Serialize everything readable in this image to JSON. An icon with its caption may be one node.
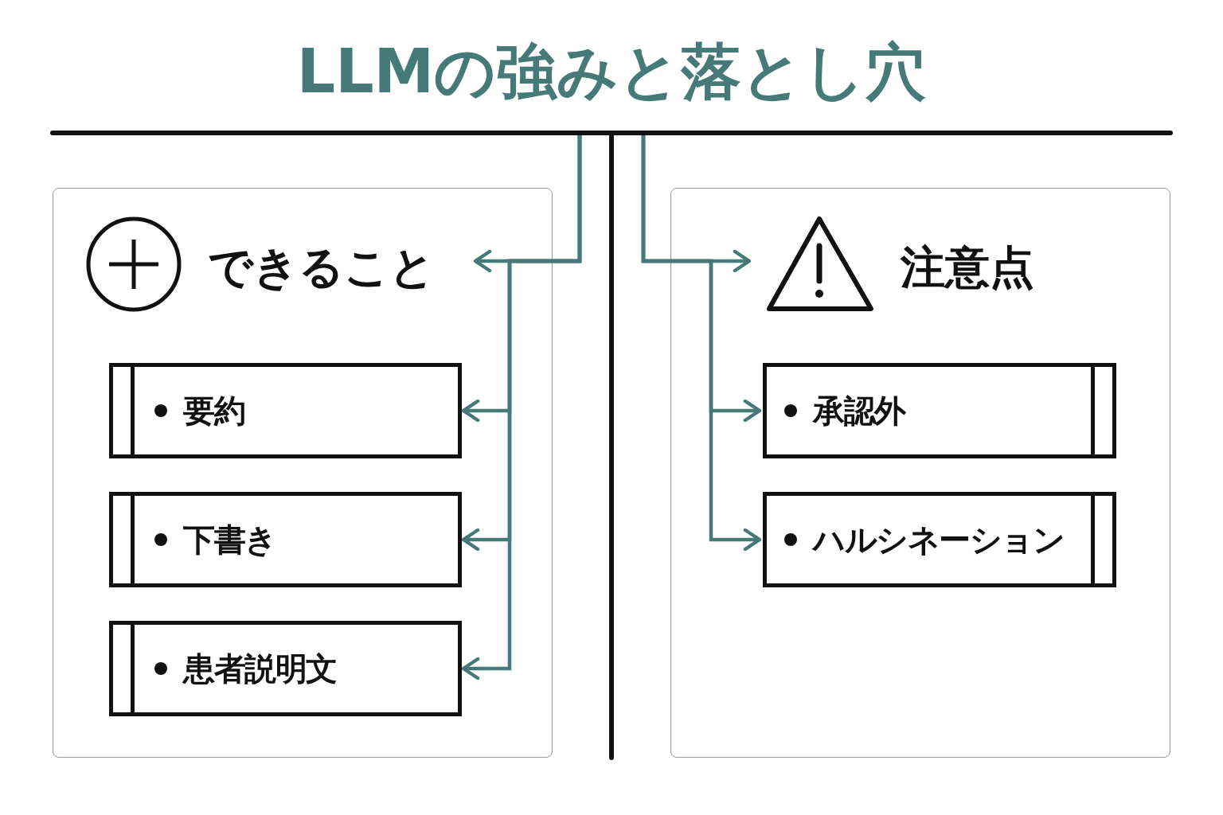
{
  "diagram": {
    "title": "LLMの強みと落とし穴",
    "nodes": [
      {
        "text": [],
        "shape": "box"
      },
      {
        "text": [
          "できること"
        ],
        "in": 0
      },
      {
        "text": [
          "要約"
        ],
        "in": 0
      },
      {
        "text": [
          "下書き"
        ],
        "in": 0
      },
      {
        "text": [
          "患者説明文"
        ],
        "in": 0
      },
      {
        "text": [],
        "shape": "box"
      },
      {
        "text": [
          "注意点"
        ],
        "in": 5
      },
      {
        "text": [
          "承認外"
        ],
        "in": 5
      },
      {
        "text": [
          "ハルシネーション"
        ],
        "in": 5
      }
    ],
    "edges": [
      {
        "from": null,
        "to": 1,
        "arrow": "to"
      },
      {
        "from": null,
        "to": 2,
        "arrow": "to"
      },
      {
        "from": null,
        "to": 3,
        "arrow": "to"
      },
      {
        "from": null,
        "to": 4,
        "arrow": "to"
      },
      {
        "from": null,
        "to": 6,
        "arrow": "to"
      },
      {
        "from": null,
        "to": 7,
        "arrow": "to"
      },
      {
        "from": null,
        "to": 8,
        "arrow": "to"
      }
    ]
  }
}
